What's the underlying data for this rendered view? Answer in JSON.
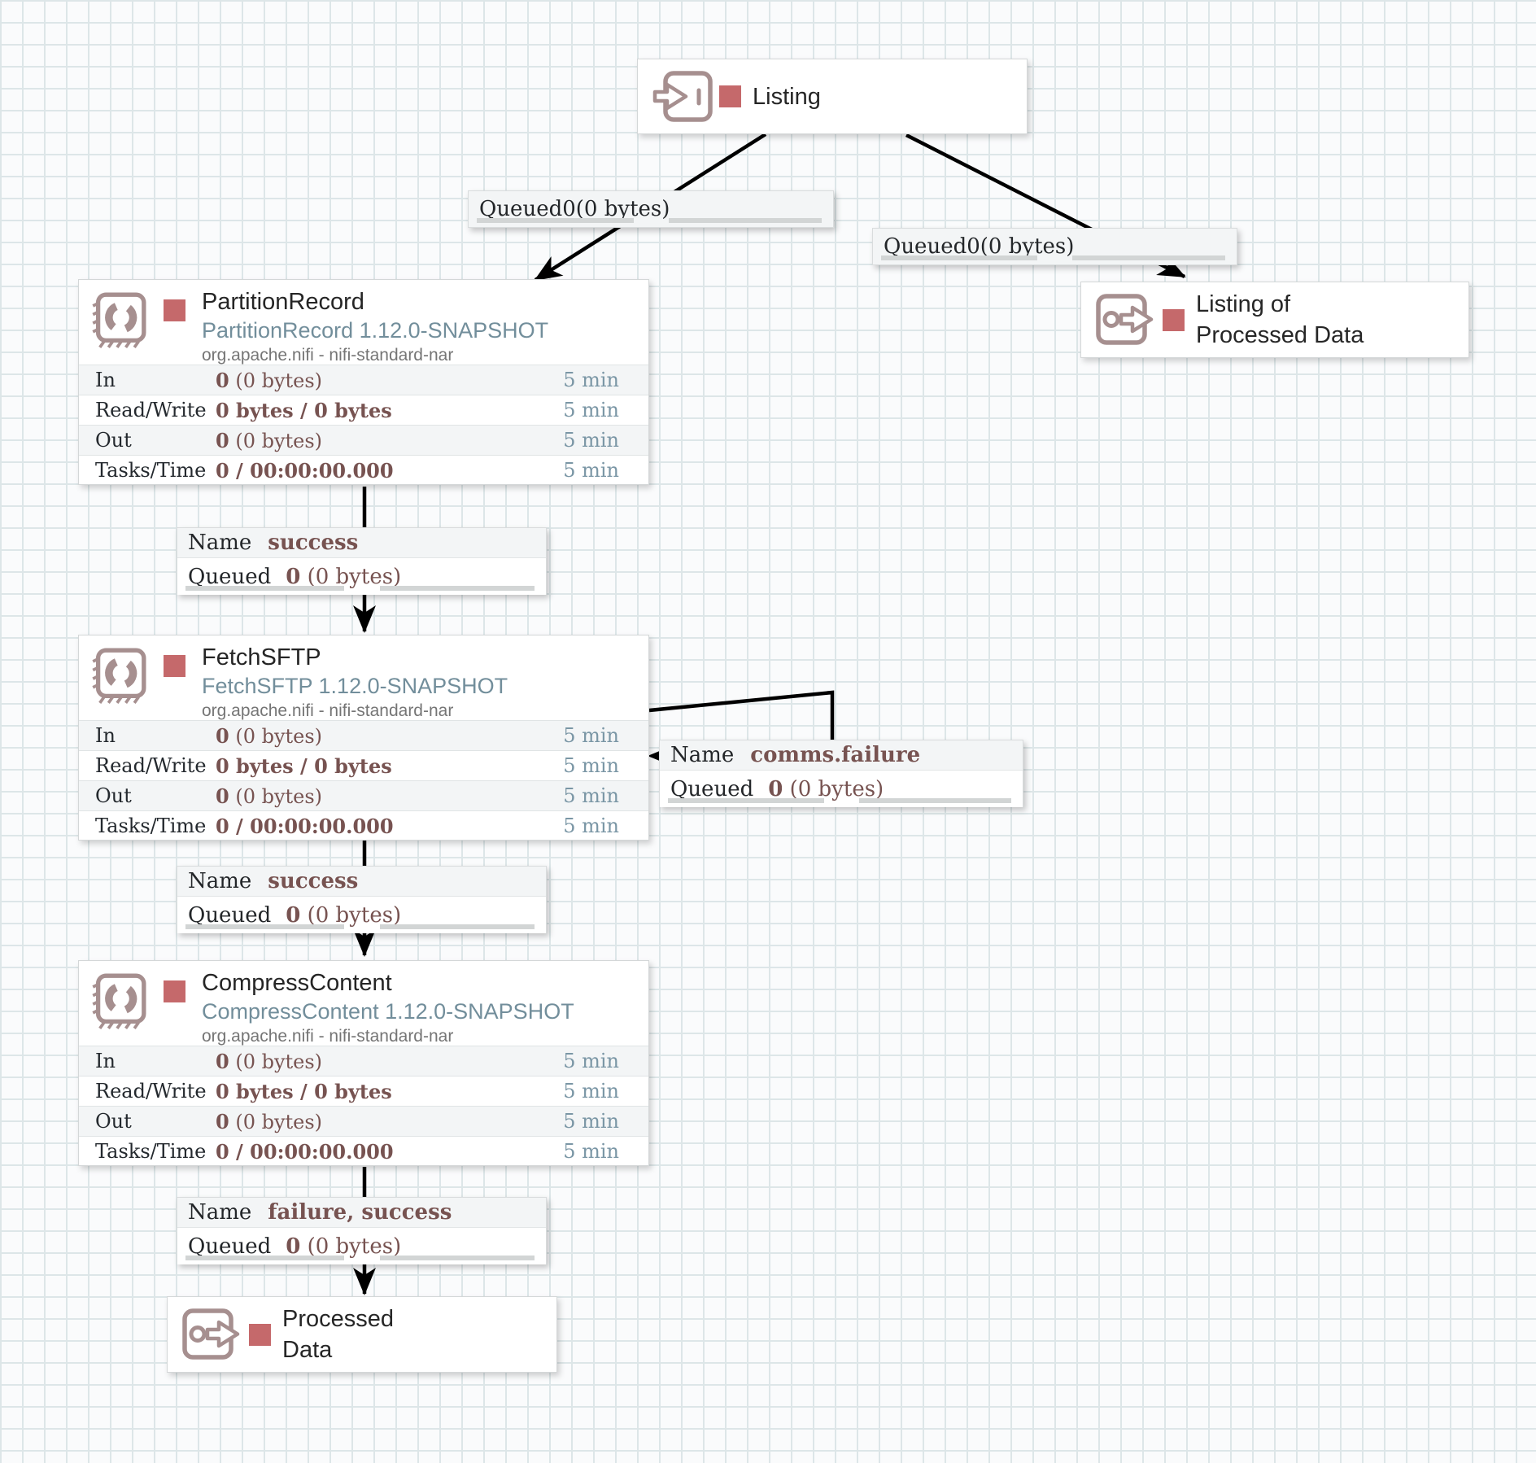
{
  "colors": {
    "status_stopped": "#c5696b",
    "component_icon": "#a68f8f",
    "type_text": "#728e9b",
    "stat_value_text": "#775351",
    "stat_time_text": "#7a96a5",
    "wire": "#000000"
  },
  "icons": {
    "input_port": "arrow-into-box-icon",
    "output_port": "arrow-out-of-box-icon",
    "processor": "stamp-cycle-icon",
    "run_status": "stopped-red-square"
  },
  "input_port": {
    "label": "Listing"
  },
  "output_ports": [
    {
      "line1": "Listing of",
      "line2": "Processed Data"
    },
    {
      "line1": "Processed",
      "line2": "Data"
    }
  ],
  "processors": [
    {
      "title": "PartitionRecord",
      "type": "PartitionRecord 1.12.0-SNAPSHOT",
      "bundle": "org.apache.nifi - nifi-standard-nar",
      "rows": [
        {
          "label": "In",
          "bold": "0",
          "rest": " (0 bytes)",
          "time": "5 min"
        },
        {
          "label": "Read/Write",
          "bold": "0 bytes / 0 bytes",
          "rest": "",
          "time": "5 min"
        },
        {
          "label": "Out",
          "bold": "0",
          "rest": " (0 bytes)",
          "time": "5 min"
        },
        {
          "label": "Tasks/Time",
          "bold": "0 / 00:00:00.000",
          "rest": "",
          "time": "5 min"
        }
      ]
    },
    {
      "title": "FetchSFTP",
      "type": "FetchSFTP 1.12.0-SNAPSHOT",
      "bundle": "org.apache.nifi - nifi-standard-nar",
      "rows": [
        {
          "label": "In",
          "bold": "0",
          "rest": " (0 bytes)",
          "time": "5 min"
        },
        {
          "label": "Read/Write",
          "bold": "0 bytes / 0 bytes",
          "rest": "",
          "time": "5 min"
        },
        {
          "label": "Out",
          "bold": "0",
          "rest": " (0 bytes)",
          "time": "5 min"
        },
        {
          "label": "Tasks/Time",
          "bold": "0 / 00:00:00.000",
          "rest": "",
          "time": "5 min"
        }
      ]
    },
    {
      "title": "CompressContent",
      "type": "CompressContent 1.12.0-SNAPSHOT",
      "bundle": "org.apache.nifi - nifi-standard-nar",
      "rows": [
        {
          "label": "In",
          "bold": "0",
          "rest": " (0 bytes)",
          "time": "5 min"
        },
        {
          "label": "Read/Write",
          "bold": "0 bytes / 0 bytes",
          "rest": "",
          "time": "5 min"
        },
        {
          "label": "Out",
          "bold": "0",
          "rest": " (0 bytes)",
          "time": "5 min"
        },
        {
          "label": "Tasks/Time",
          "bold": "0 / 00:00:00.000",
          "rest": "",
          "time": "5 min"
        }
      ]
    }
  ],
  "connections": {
    "queued_only": [
      {
        "label": "Queued",
        "count": "0",
        "size": " (0 bytes)"
      },
      {
        "label": "Queued",
        "count": "0",
        "size": " (0 bytes)"
      }
    ],
    "named": [
      {
        "name_label": "Name",
        "name": "success",
        "queued_label": "Queued",
        "count": "0",
        "size": " (0 bytes)"
      },
      {
        "name_label": "Name",
        "name": "comms.failure",
        "queued_label": "Queued",
        "count": "0",
        "size": " (0 bytes)"
      },
      {
        "name_label": "Name",
        "name": "success",
        "queued_label": "Queued",
        "count": "0",
        "size": " (0 bytes)"
      },
      {
        "name_label": "Name",
        "name": "failure, success",
        "queued_label": "Queued",
        "count": "0",
        "size": " (0 bytes)"
      }
    ]
  }
}
